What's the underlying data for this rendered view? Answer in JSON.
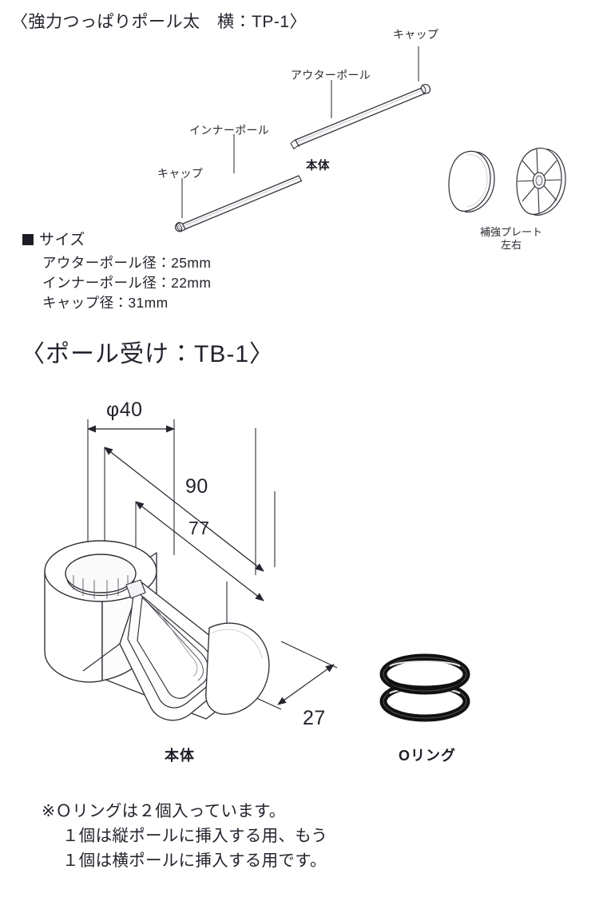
{
  "document": {
    "type": "product-specification-sheet",
    "language": "ja"
  },
  "section_pole": {
    "title": "〈強力つっぱりポール太　横：TP-1〉",
    "callouts": {
      "cap_top": "キャップ",
      "outer_pole": "アウターポール",
      "inner_pole": "インナーポール",
      "cap_bottom": "キャップ",
      "body": "本体"
    },
    "plate": {
      "label_line1": "補強プレート",
      "label_line2": "左右"
    }
  },
  "size_block": {
    "heading": "サイズ",
    "lines": [
      "アウターポール径：25mm",
      "インナーポール径：22mm",
      "キャップ径：31mm"
    ]
  },
  "section_bracket": {
    "title": "〈ポール受け：TB-1〉",
    "dimensions": {
      "diameter": "φ40",
      "depth_90": "90",
      "depth_77": "77",
      "height_27": "27"
    },
    "parts": {
      "body": "本体",
      "oring": "Oリング"
    }
  },
  "note": {
    "line1": "※Ｏリングは２個入っています。",
    "line2": "１個は縦ポールに挿入する用、もう",
    "line3": "１個は横ポールに挿入する用です。"
  },
  "colors": {
    "text": "#23232d",
    "line": "#2f2f38",
    "fill": "#ffffff",
    "oring": "#111111",
    "background": "#ffffff"
  }
}
